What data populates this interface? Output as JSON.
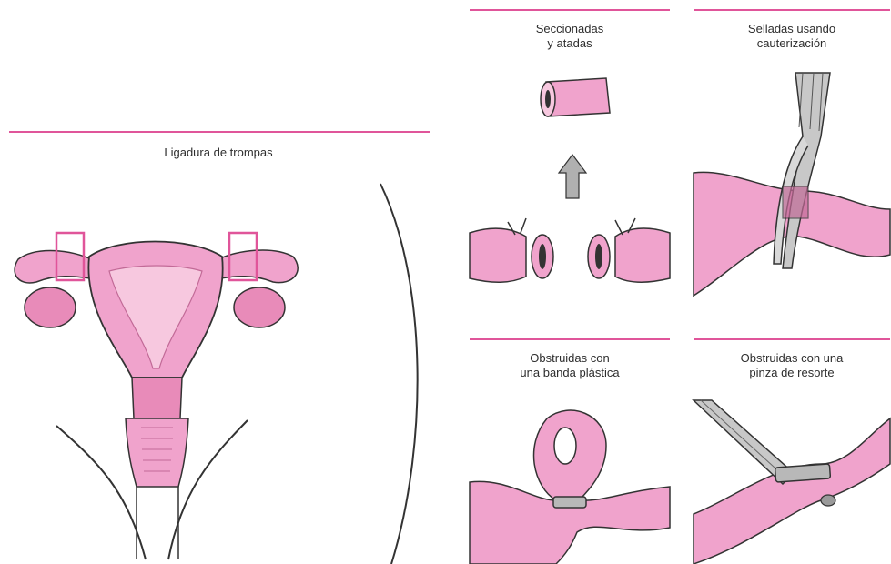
{
  "main": {
    "title": "Ligadura de trompas"
  },
  "panels": {
    "cut_tied": {
      "line1": "Seccionadas",
      "line2": "y atadas"
    },
    "cautery": {
      "line1": "Selladas usando",
      "line2": "cauterización"
    },
    "band": {
      "line1": "Obstruidas con",
      "line2": "una banda plástica"
    },
    "clip": {
      "line1": "Obstruidas con una",
      "line2": "pinza de resorte"
    }
  },
  "colors": {
    "tissue": "#f0a3cc",
    "tissue_dark": "#c26a97",
    "accent": "#e0559a",
    "outline": "#3a3a3a",
    "metal": "#9a9a9a"
  }
}
